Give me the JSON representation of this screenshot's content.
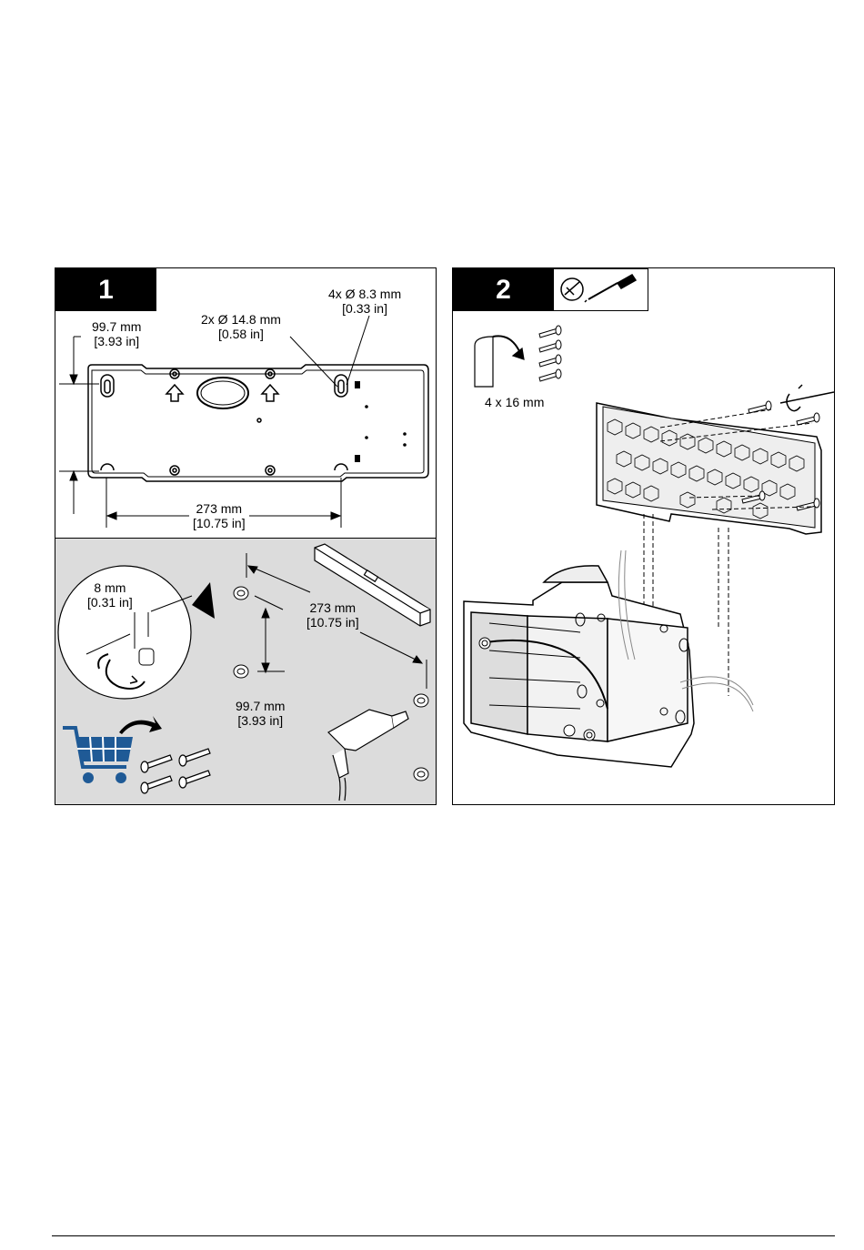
{
  "steps": [
    {
      "number": "1",
      "labels": {
        "top_offset_mm": "99.7 mm",
        "top_offset_in": "[3.93 in]",
        "center_hole_mm": "2x Ø 14.8 mm",
        "center_hole_in": "[0.58 in]",
        "slot_hole_mm": "4x Ø 8.3 mm",
        "slot_hole_in": "[0.33 in]",
        "width_mm": "273 mm",
        "width_in": "[10.75 in]",
        "screw_gap_mm": "8 mm",
        "screw_gap_in": "[0.31 in]",
        "drill_width_mm": "273 mm",
        "drill_width_in": "[10.75 in]",
        "drill_height_mm": "99.7 mm",
        "drill_height_in": "[3.93 in]"
      }
    },
    {
      "number": "2",
      "labels": {
        "screw_size": "4 x 16 mm"
      }
    }
  ],
  "icons": [
    "shopping-cart-icon",
    "screwdriver-icon",
    "rotate-arrow-icon",
    "level-icon",
    "drill-icon",
    "screw-icon"
  ],
  "colors": {
    "cart_blue": "#1f5a96",
    "panel_gray": "#dcdcdc",
    "ink": "#000000"
  }
}
